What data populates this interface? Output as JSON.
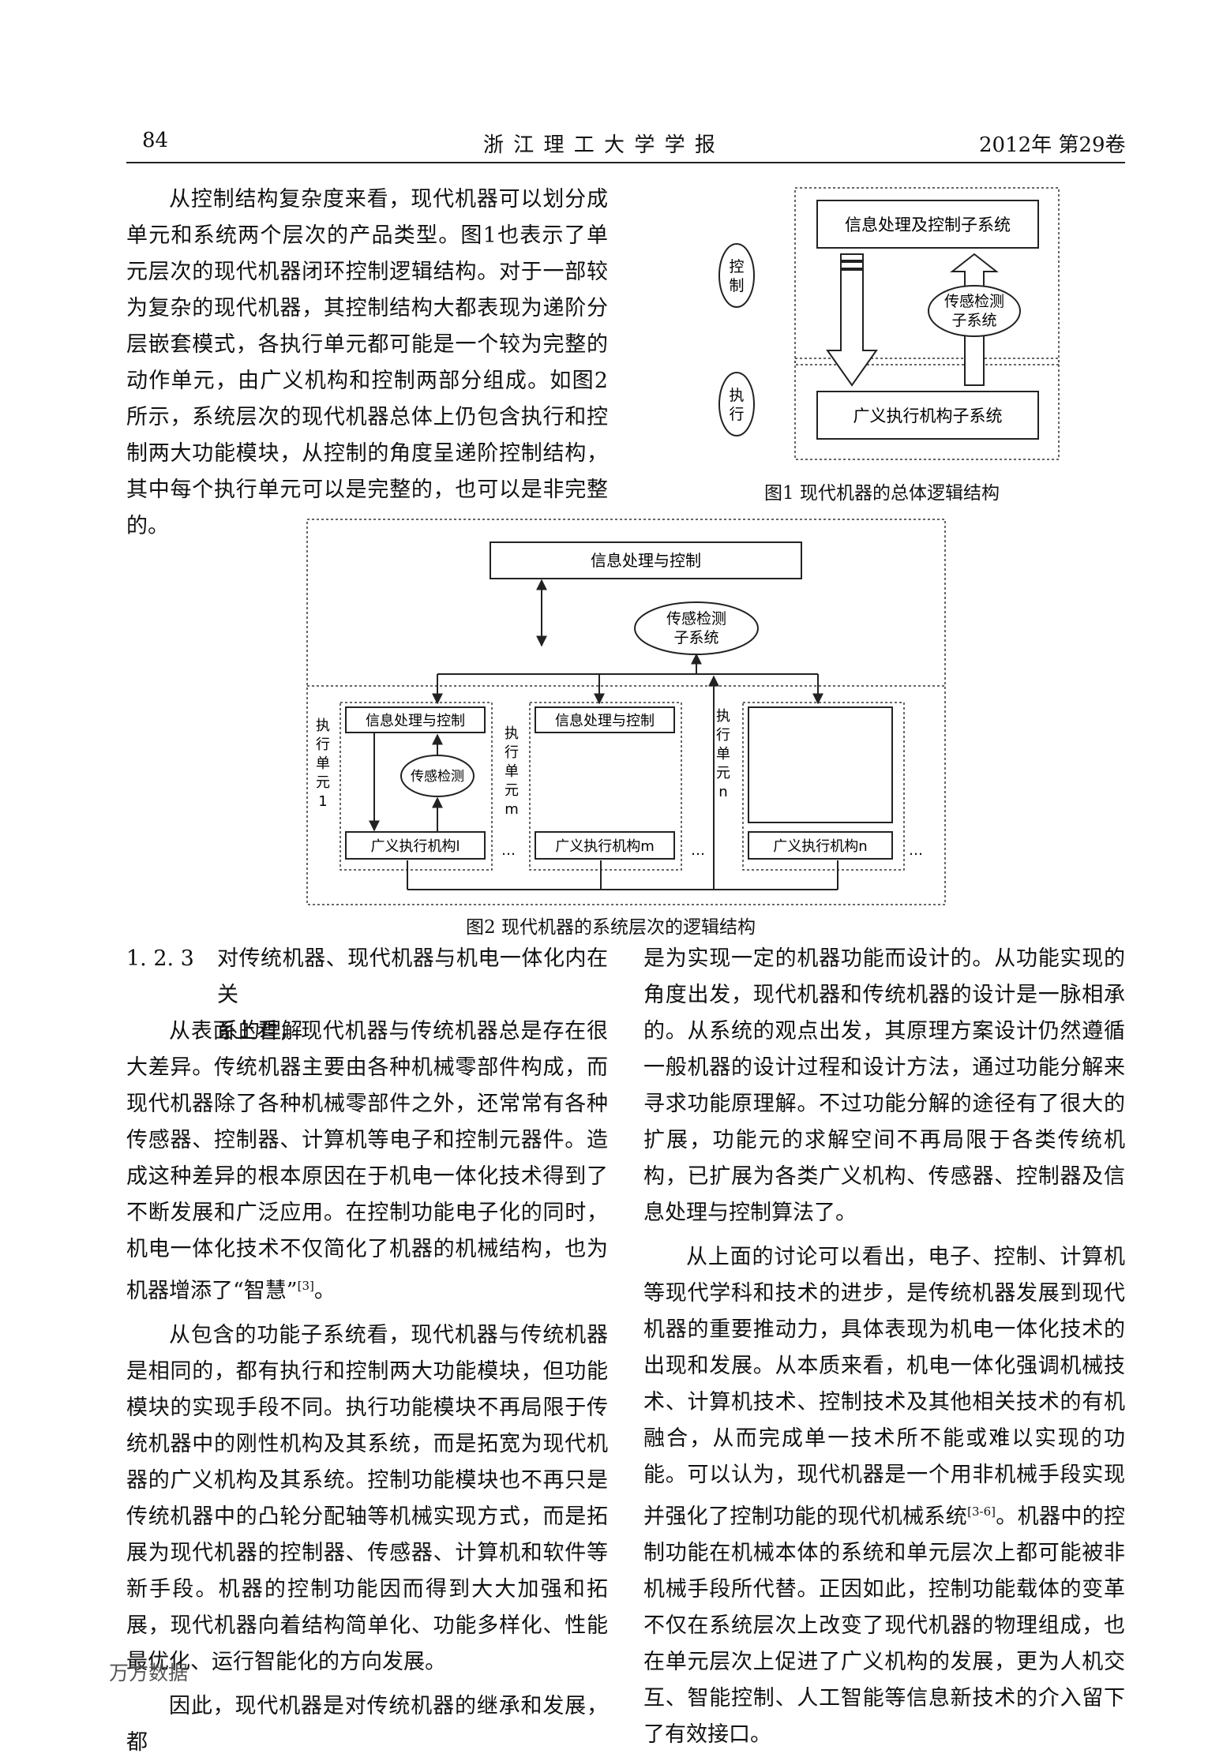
{
  "header": {
    "page_number": "84",
    "journal": "浙 江 理 工 大 学 学 报",
    "volume": "2012年  第29卷"
  },
  "left_top": {
    "paragraph": "从控制结构复杂度来看，现代机器可以划分成单元和系统两个层次的产品类型。图1也表示了单元层次的现代机器闭环控制逻辑结构。对于一部较为复杂的现代机器，其控制结构大都表现为递阶分层嵌套模式，各执行单元都可能是一个较为完整的动作单元，由广义机构和控制两部分组成。如图2所示，系统层次的现代机器总体上仍包含执行和控制两大功能模块，从控制的角度呈递阶控制结构，其中每个执行单元可以是完整的，也可以是非完整的。"
  },
  "figure1": {
    "top_box": "信息处理及控制子系统",
    "sensor": [
      "传感检测",
      "子系统"
    ],
    "bottom_box": "广义执行机构子系统",
    "label_control": [
      "控",
      "制"
    ],
    "label_exec": [
      "执",
      "行"
    ],
    "caption": "图1   现代机器的总体逻辑结构"
  },
  "figure2": {
    "top_box": "信息处理与控制",
    "sensor": [
      "传感检测",
      "子系统"
    ],
    "unit1_ctrl": "信息处理与控制",
    "unit1_sensor": "传感检测",
    "unit1_mech": "广义执行机构l",
    "unitm_ctrl": "信息处理与控制",
    "unitm_mech": "广义执行机构m",
    "unitn_mech": "广义执行机构n",
    "unit1_label": [
      "执",
      "行",
      "单",
      "元",
      "1"
    ],
    "unitm_label": [
      "执",
      "行",
      "单",
      "元",
      "m"
    ],
    "unitn_label": [
      "执",
      "行",
      "单",
      "元",
      "n"
    ],
    "ellipsis": "…",
    "caption": "图2   现代机器的系统层次的逻辑结构"
  },
  "section": {
    "number": "1. 2. 3",
    "title_line1": "对传统机器、现代机器与机电一体化内在关",
    "title_line2": "系的理解"
  },
  "left_body": {
    "p1_a": "从表面上看，现代机器与传统机器总是存在很大差异。传统机器主要由各种机械零部件构成，而现代机器除了各种机械零部件之外，还常常有各种传感器、控制器、计算机等电子和控制元器件。造成这种差异的根本原因在于机电一体化技术得到了不断发展和广泛应用。在控制功能电子化的同时，机电一体化技术不仅简化了机器的机械结构，也为机器增添了“智慧”",
    "p1_ref": "[3]",
    "p1_end": "。",
    "p2": "从包含的功能子系统看，现代机器与传统机器是相同的，都有执行和控制两大功能模块，但功能模块的实现手段不同。执行功能模块不再局限于传统机器中的刚性机构及其系统，而是拓宽为现代机器的广义机构及其系统。控制功能模块也不再只是传统机器中的凸轮分配轴等机械实现方式，而是拓展为现代机器的控制器、传感器、计算机和软件等新手段。机器的控制功能因而得到大大加强和拓展，现代机器向着结构简单化、功能多样化、性能最优化、运行智能化的方向发展。",
    "p3": "因此，现代机器是对传统机器的继承和发展，都"
  },
  "right_body": {
    "p1": "是为实现一定的机器功能而设计的。从功能实现的角度出发，现代机器和传统机器的设计是一脉相承的。从系统的观点出发，其原理方案设计仍然遵循一般机器的设计过程和设计方法，通过功能分解来寻求功能原理解。不过功能分解的途径有了很大的扩展，功能元的求解空间不再局限于各类传统机构，已扩展为各类广义机构、传感器、控制器及信息处理与控制算法了。",
    "p2_a": "从上面的讨论可以看出，电子、控制、计算机等现代学科和技术的进步，是传统机器发展到现代机器的重要推动力，具体表现为机电一体化技术的出现和发展。从本质来看，机电一体化强调机械技术、计算机技术、控制技术及其他相关技术的有机融合，从而完成单一技术所不能或难以实现的功能。可以认为，现代机器是一个用非机械手段实现并强化了控制功能的现代机械系统",
    "p2_ref": "[3-6]",
    "p2_b": "。机器中的控制功能在机械本体的系统和单元层次上都可能被非机械手段所代替。正因如此，控制功能载体的变革不仅在系统层次上改变了现代机器的物理组成，也在单元层次上促进了广义机构的发展，更为人机交互、智能控制、人工智能等信息新技术的介入留下了有效接口。"
  },
  "watermark": "万方数据"
}
